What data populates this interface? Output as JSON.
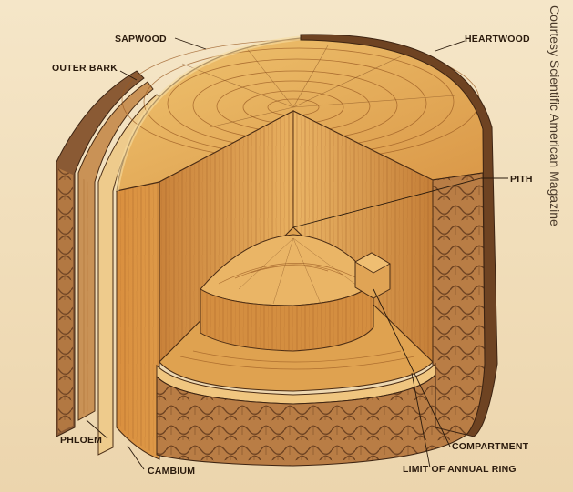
{
  "labels": {
    "sapwood": "SAPWOOD",
    "heartwood": "HEARTWOOD",
    "outer_bark": "OUTER BARK",
    "pith": "PITH",
    "phloem": "PHLOEM",
    "cambium": "CAMBIUM",
    "compartment": "COMPARTMENT",
    "limit_of_annual_ring": "LIMIT OF ANNUAL RING"
  },
  "credit": "Courtesy Scientific American Magazine",
  "colors": {
    "background": "#f3e3c4",
    "wood_light": "#e9b45a",
    "wood_mid": "#d18a3a",
    "wood_dark": "#a65e22",
    "bark": "#8a5a34",
    "ink": "#2a1a0c"
  }
}
